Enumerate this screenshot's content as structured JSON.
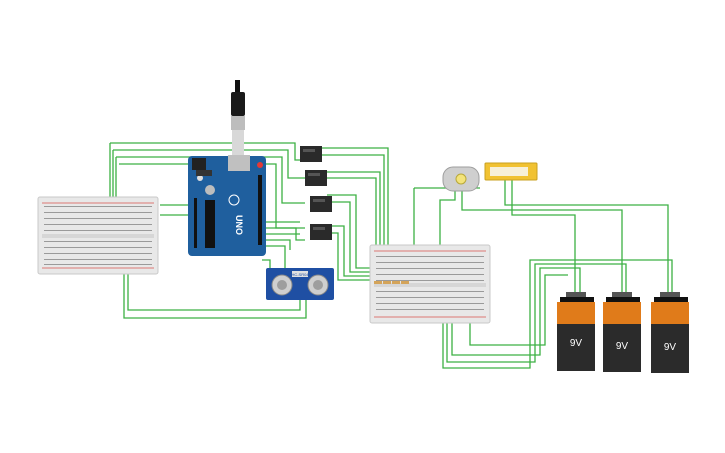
{
  "colors": {
    "wire": "#3cb043",
    "board": "#1f5f9e",
    "breadboard": "#e8e8e8",
    "battery_top": "#e07b1a",
    "battery_body": "#2b2b2b",
    "relay": "#2a2a2a",
    "sensor": "#1f4fa3",
    "lcd": "#f1c232"
  },
  "arduino": {
    "brand": "UNO",
    "icon": "arduino-board-icon"
  },
  "sensor": {
    "label": "HC-SR04",
    "icon": "ultrasonic-sensor-icon"
  },
  "batteries": [
    {
      "label": "9V"
    },
    {
      "label": "9V"
    },
    {
      "label": "9V"
    }
  ],
  "motor": {
    "icon": "dc-motor-icon"
  },
  "display": {
    "icon": "lcd-icon"
  },
  "usb": {
    "icon": "usb-cable-icon"
  }
}
